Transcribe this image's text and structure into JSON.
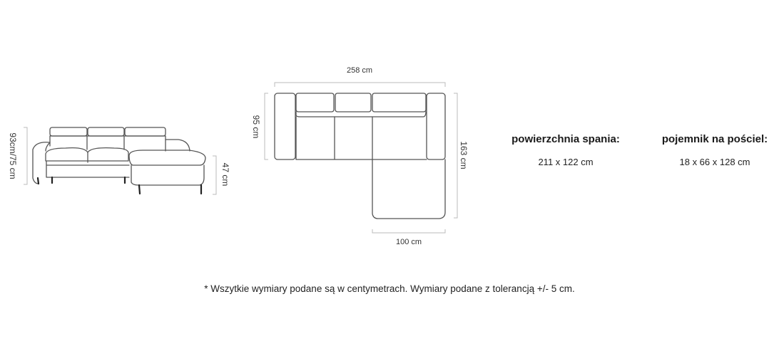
{
  "side_view": {
    "height_label": "93cm/75 cm",
    "seat_height_label": "47 cm"
  },
  "top_view": {
    "width_label": "258 cm",
    "depth_label": "95 cm",
    "chaise_length_label": "163 cm",
    "chaise_width_label": "100 cm"
  },
  "specs": [
    {
      "title": "powierzchnia spania:",
      "value": "211 x 122 cm"
    },
    {
      "title": "pojemnik na pościel:",
      "value": "18 x 66 x 128 cm"
    }
  ],
  "footnote": "* Wszytkie wymiary podane są w centymetrach. Wymiary podane z tolerancją +/- 5 cm."
}
